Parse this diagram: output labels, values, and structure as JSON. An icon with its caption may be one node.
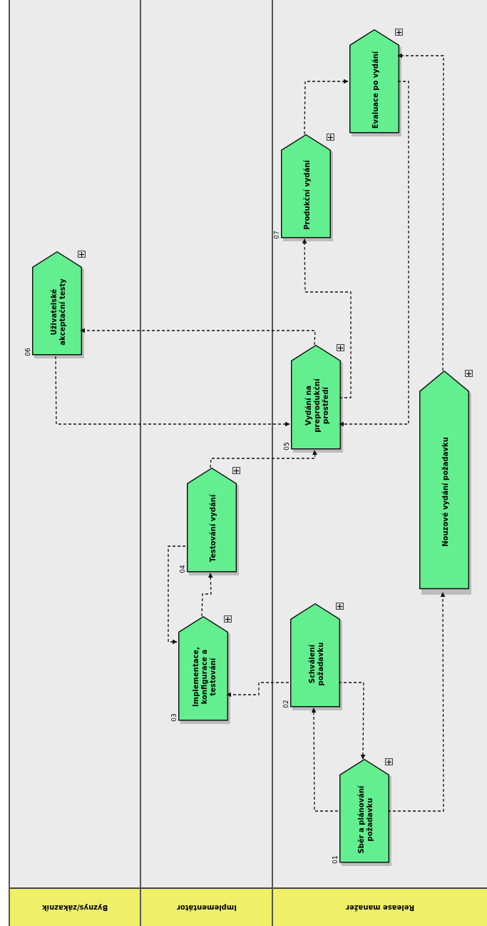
{
  "diagram": {
    "nodes": [
      {
        "text": [
          "Byznys/zákazník"
        ]
      },
      {
        "text": [
          "Implementátor"
        ]
      },
      {
        "text": [
          "Release manažer"
        ]
      },
      {
        "text": [
          "Sběr a plánování požadavku"
        ],
        "in": 2,
        "beside": [
          "01"
        ]
      },
      {
        "text": [
          "Schválení požadavku"
        ],
        "in": 2,
        "beside": [
          "02"
        ]
      },
      {
        "text": [
          "Implementace, konfigurace a testování"
        ],
        "in": 1,
        "beside": [
          "03"
        ]
      },
      {
        "text": [
          "Testování vydání"
        ],
        "in": 1,
        "beside": [
          "04"
        ]
      },
      {
        "text": [
          "Vydání na preprodukční prostředí"
        ],
        "in": 2,
        "beside": [
          "05"
        ]
      },
      {
        "text": [
          "Uživatelské akceptační testy"
        ],
        "in": 0,
        "beside": [
          "06"
        ]
      },
      {
        "text": [
          "Produkční vydání"
        ],
        "in": 2,
        "beside": [
          "07"
        ]
      },
      {
        "text": [
          "Evaluace po vydání"
        ],
        "in": 2
      },
      {
        "text": [
          "Nouzové vydání požadavku"
        ],
        "in": 2
      }
    ],
    "edges": [
      {
        "from": 3,
        "to": 4,
        "arrow": "to"
      },
      {
        "from": 4,
        "to": 3,
        "arrow": "to"
      },
      {
        "from": 4,
        "to": 5,
        "arrow": "to"
      },
      {
        "from": 5,
        "to": 6,
        "arrow": "to"
      },
      {
        "from": 6,
        "to": 5,
        "arrow": "to"
      },
      {
        "from": 6,
        "to": 7,
        "arrow": "to"
      },
      {
        "from": 7,
        "to": 8,
        "arrow": "to"
      },
      {
        "from": 8,
        "to": 7,
        "arrow": "to"
      },
      {
        "from": 7,
        "to": 9,
        "arrow": "to"
      },
      {
        "from": 9,
        "to": 10,
        "arrow": "to"
      },
      {
        "from": 10,
        "to": 7,
        "arrow": "to"
      },
      {
        "from": 11,
        "to": 10,
        "arrow": "to"
      },
      {
        "from": 3,
        "to": 11,
        "arrow": "to"
      }
    ]
  }
}
